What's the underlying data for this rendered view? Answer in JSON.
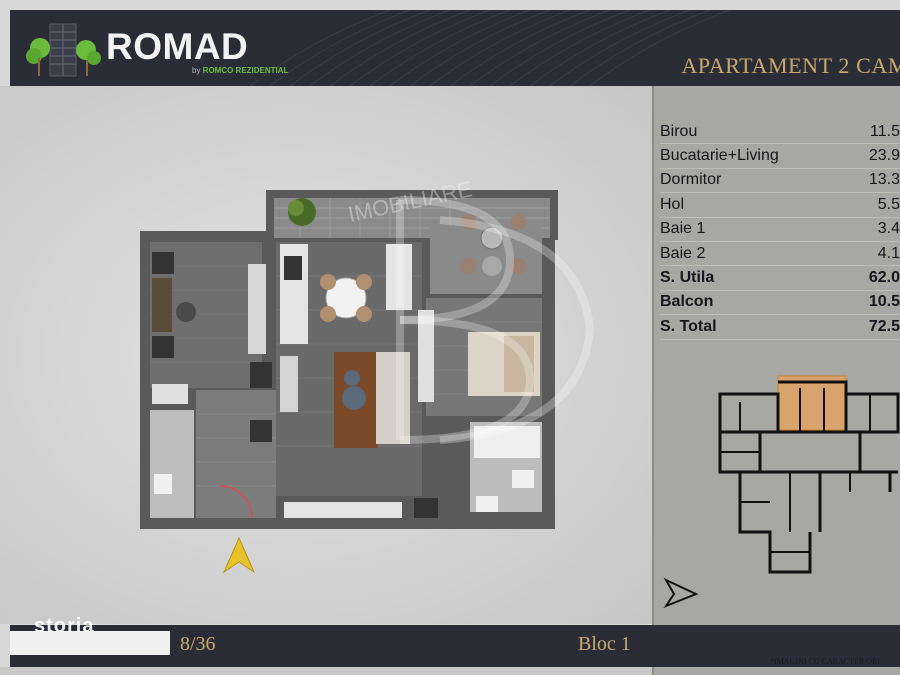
{
  "header": {
    "brand": "ROMAD",
    "brand_sub_prefix": "by ",
    "brand_sub_strong": "ROMCO REZIDENTIAL",
    "title": "APARTAMENT 2 CAM"
  },
  "rooms": [
    {
      "name": "Birou",
      "value": "11.5",
      "bold": false
    },
    {
      "name": "Bucatarie+Living",
      "value": "23.9",
      "bold": false
    },
    {
      "name": "Dormitor",
      "value": "13.3",
      "bold": false
    },
    {
      "name": "Hol",
      "value": "5.5",
      "bold": false
    },
    {
      "name": "Baie 1",
      "value": "3.4",
      "bold": false
    },
    {
      "name": "Baie 2",
      "value": "4.1",
      "bold": false
    },
    {
      "name": "S. Utila",
      "value": "62.0",
      "bold": true
    },
    {
      "name": "Balcon",
      "value": "10.5",
      "bold": true
    },
    {
      "name": "S. Total",
      "value": "72.5",
      "bold": true
    }
  ],
  "plan_watermark": "IMOBILIARE",
  "footer": {
    "page": "8/36",
    "bloc": "Bloc 1",
    "disclaimer": "*IMAGINI CU CARACTER ORI",
    "storia": "storia"
  },
  "colors": {
    "header_bg": "#2b2d36",
    "gold": "#c9a86a",
    "panel_bg": "#a7a7a3",
    "highlight": "#e8a25a",
    "arrow": "#e8c22a"
  }
}
